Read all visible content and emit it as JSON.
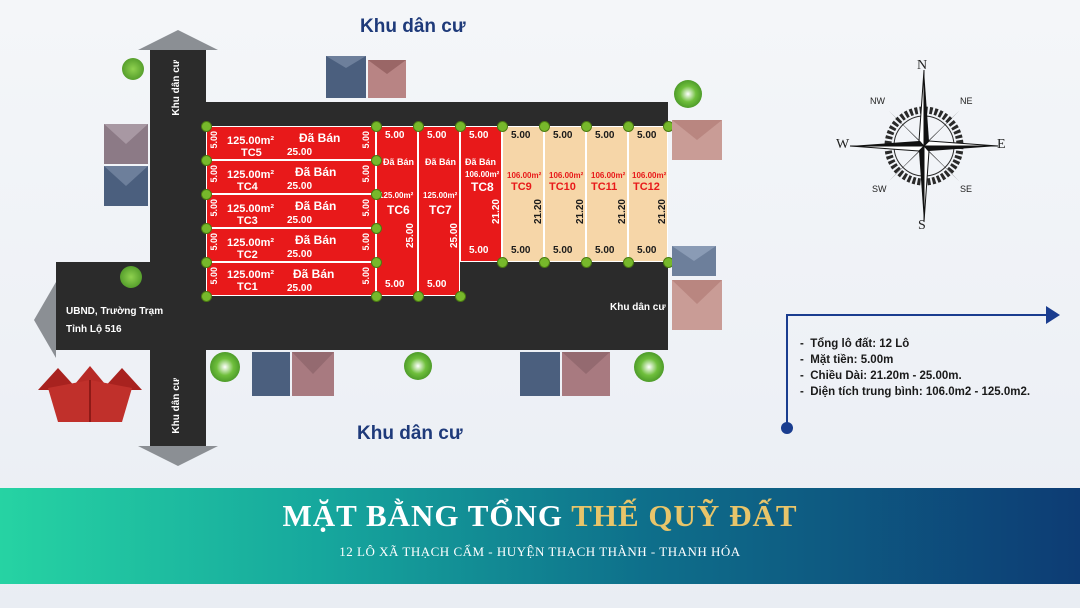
{
  "labels": {
    "top_area": "Khu dân cư",
    "bottom_area": "Khu dân cư",
    "right_area": "Khu dân cư",
    "left_road_top": "Khu dân cư",
    "left_road_bottom": "Khu dân cư",
    "ubnd": "UBND, Trường Trạm",
    "tinh_lo": "Tỉnh Lộ 516"
  },
  "compass": {
    "n": "N",
    "s": "S",
    "e": "E",
    "w": "W",
    "ne": "NE",
    "nw": "NW",
    "se": "SE",
    "sw": "SW"
  },
  "left_lots": [
    {
      "id": "TC5",
      "area": "125.00m²",
      "status": "Đã Bán",
      "len": "25.00",
      "width": "5.00"
    },
    {
      "id": "TC4",
      "area": "125.00m²",
      "status": "Đã Bán",
      "len": "25.00",
      "width": "5.00"
    },
    {
      "id": "TC3",
      "area": "125.00m²",
      "status": "Đã Bán",
      "len": "25.00",
      "width": "5.00"
    },
    {
      "id": "TC2",
      "area": "125.00m²",
      "status": "Đã Bán",
      "len": "25.00",
      "width": "5.00"
    },
    {
      "id": "TC1",
      "area": "125.00m²",
      "status": "Đã Bán",
      "len": "25.00",
      "width": "5.00"
    }
  ],
  "mid_lots": [
    {
      "id": "TC6",
      "area": "125.00m²",
      "status": "Đã Bán",
      "width": "5.00",
      "len": "25.00"
    },
    {
      "id": "TC7",
      "area": "125.00m²",
      "status": "Đã Bán",
      "width": "5.00",
      "len": "25.00"
    },
    {
      "id": "TC8",
      "area": "106.00m²",
      "status": "Đã Bán",
      "width": "5.00",
      "len": "21.20"
    }
  ],
  "right_lots": [
    {
      "id": "TC9",
      "area": "106.00m²",
      "width": "5.00",
      "len": "21.20"
    },
    {
      "id": "TC10",
      "area": "106.00m²",
      "width": "5.00",
      "len": "21.20"
    },
    {
      "id": "TC11",
      "area": "106.00m²",
      "width": "5.00",
      "len": "21.20"
    },
    {
      "id": "TC12",
      "area": "106.00m²",
      "width": "5.00",
      "len": "21.20"
    }
  ],
  "summary": [
    "Tổng lô đất: 12 Lô",
    "Mặt tiền: 5.00m",
    "Chiều Dài: 21.20m - 25.00m.",
    "Diện tích trung bình: 106.0m2 - 125.0m2."
  ],
  "banner": {
    "title_white": "MẶT BẰNG TỔNG",
    "title_gold": "THẾ QUỸ ĐẤT",
    "subtitle": "12 LÔ XÃ THẠCH CẨM - HUYỆN THẠCH THÀNH - THANH HÓA"
  },
  "colors": {
    "sold": "#e8191a",
    "available": "#f6d6a8",
    "road": "#2b2b2b",
    "accent": "#1a3d8f",
    "gold": "#e8c56a"
  }
}
